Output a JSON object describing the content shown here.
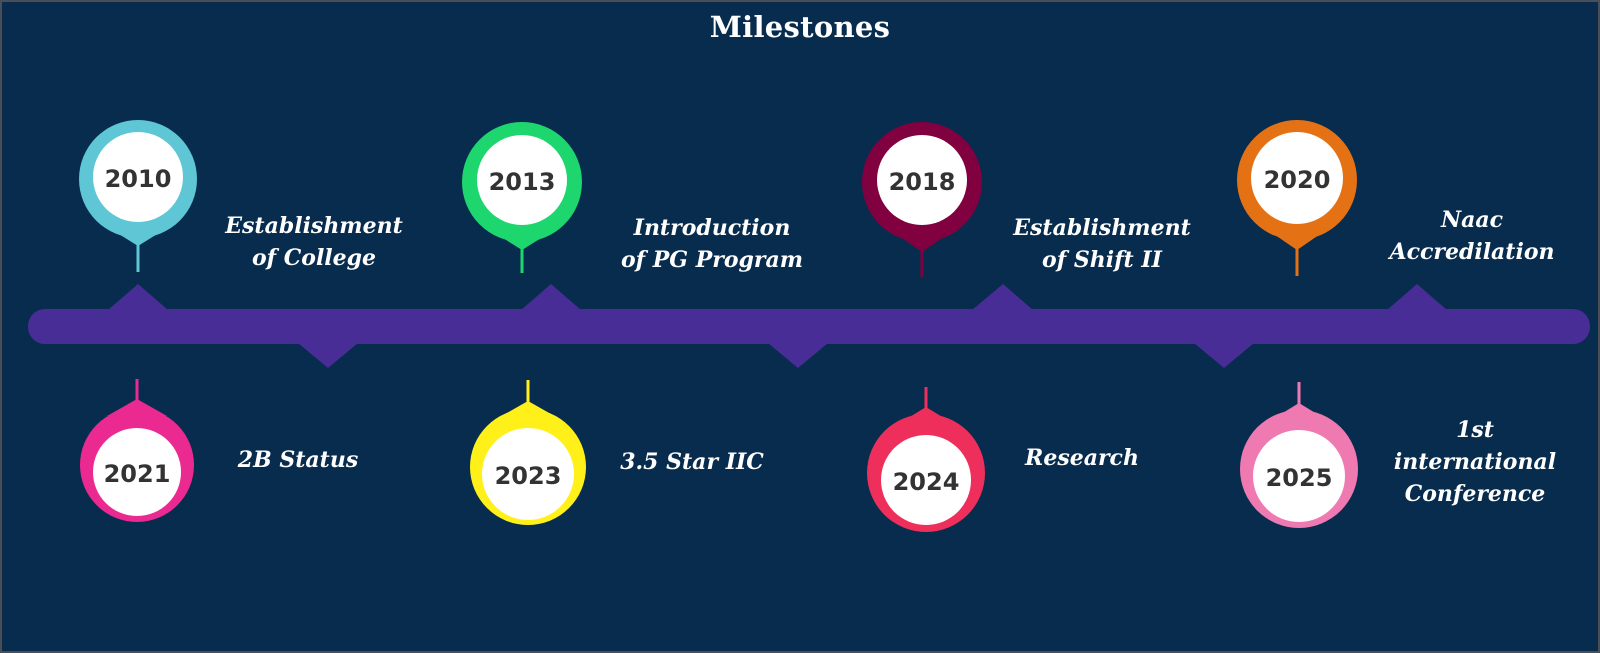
{
  "title": "Milestones",
  "colors": {
    "background": "#082c4e",
    "timeline_bar": "#472d95",
    "text": "#ffffff",
    "year_text": "#333333"
  },
  "milestones_top": [
    {
      "year": "2010",
      "color": "#5ec6d4",
      "label_lines": [
        "Establishment",
        "of College"
      ]
    },
    {
      "year": "2013",
      "color": "#1ed66e",
      "label_lines": [
        "Introduction",
        "of PG Program"
      ]
    },
    {
      "year": "2018",
      "color": "#800040",
      "label_lines": [
        "Establishment",
        "of Shift II"
      ]
    },
    {
      "year": "2020",
      "color": "#e47215",
      "label_lines": [
        "Naac",
        "Accredilation"
      ]
    }
  ],
  "milestones_bottom": [
    {
      "year": "2021",
      "color": "#ea2a91",
      "label_lines": [
        "2B Status"
      ]
    },
    {
      "year": "2023",
      "color": "#fff01a",
      "label_lines": [
        "3.5 Star IIC"
      ]
    },
    {
      "year": "2024",
      "color": "#ee2f5c",
      "label_lines": [
        "Research"
      ]
    },
    {
      "year": "2025",
      "color": "#ef7ab2",
      "label_lines": [
        "1st",
        "international",
        "Conference"
      ]
    }
  ]
}
